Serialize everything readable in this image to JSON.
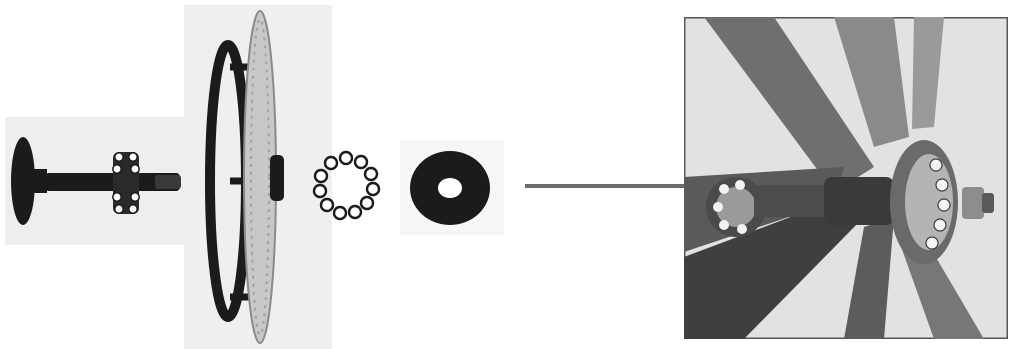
{
  "scene": {
    "components": [
      {
        "id": "axle",
        "icon": "axle-with-bearing"
      },
      {
        "id": "wheel",
        "icon": "wheel-with-handrim"
      },
      {
        "id": "ball-cage",
        "icon": "ball-bearing-ring"
      },
      {
        "id": "washer",
        "icon": "washer"
      },
      {
        "id": "closeup",
        "icon": "wheel-hub-closeup-photo"
      }
    ],
    "colors": {
      "background": "#ffffff",
      "panel": "#eeeeee",
      "part": "#1b1b1b",
      "tire": "#c8c8c8",
      "connector": "#6c6c6c",
      "frame": "#555555"
    }
  }
}
